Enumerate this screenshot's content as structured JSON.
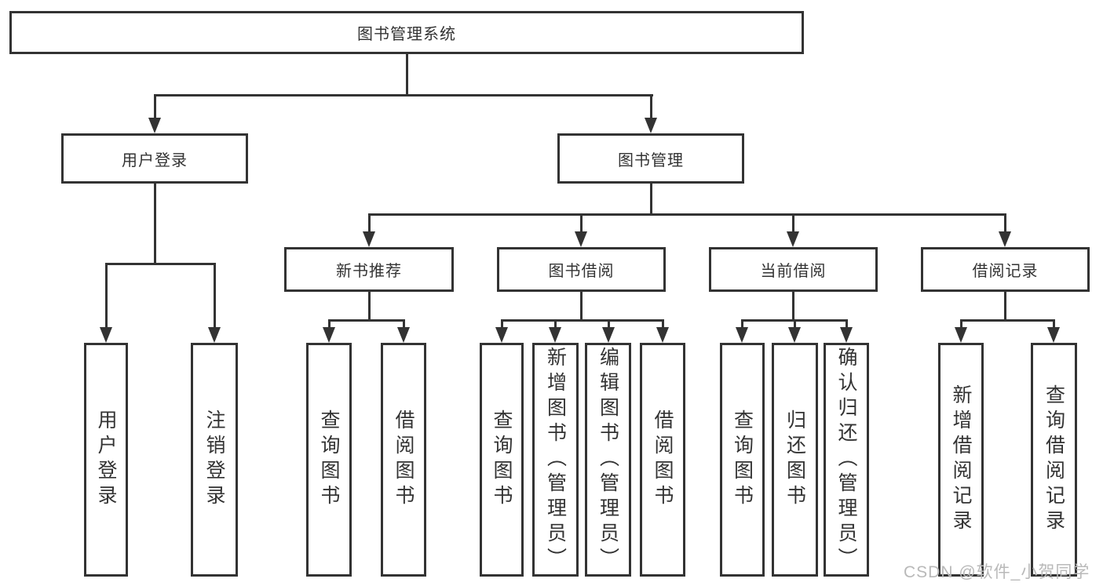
{
  "diagram_title": "图书管理系统",
  "tree": {
    "root": {
      "label": "图书管理系统",
      "children": [
        {
          "label": "用户登录",
          "children": [
            {
              "label": "用户登录"
            },
            {
              "label": "注销登录"
            }
          ]
        },
        {
          "label": "图书管理",
          "children": [
            {
              "label": "新书推荐",
              "children": [
                {
                  "label": "查询图书"
                },
                {
                  "label": "借阅图书"
                }
              ]
            },
            {
              "label": "图书借阅",
              "children": [
                {
                  "label": "查询图书"
                },
                {
                  "label": "新增图书（管理员）"
                },
                {
                  "label": "编辑图书（管理员）"
                },
                {
                  "label": "借阅图书"
                }
              ]
            },
            {
              "label": "当前借阅",
              "children": [
                {
                  "label": "查询图书"
                },
                {
                  "label": "归还图书"
                },
                {
                  "label": "确认归还（管理员）"
                }
              ]
            },
            {
              "label": "借阅记录",
              "children": [
                {
                  "label": "新增借阅记录"
                },
                {
                  "label": "查询借阅记录"
                }
              ]
            }
          ]
        }
      ]
    }
  },
  "watermark": {
    "text": "CSDN @软件_小贺同学"
  },
  "colors": {
    "line": "#333333",
    "background": "#ffffff",
    "watermark": "#b9b9b9"
  }
}
